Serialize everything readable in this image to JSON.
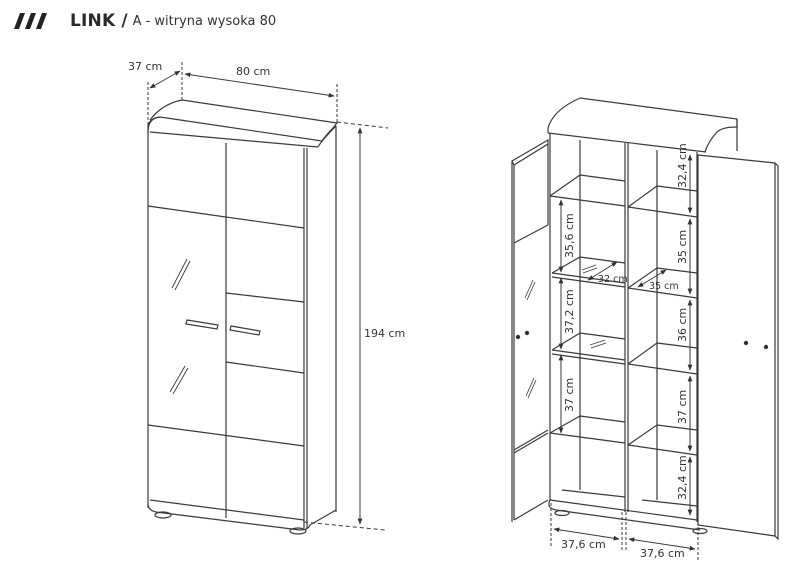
{
  "header": {
    "logo_icon": "triple-slash-logo",
    "brand": "LINK",
    "separator": "/",
    "subtitle": "A - witryna wysoka 80"
  },
  "front_view": {
    "depth_label": "37 cm",
    "width_label": "80 cm",
    "height_label": "194 cm"
  },
  "open_view": {
    "left_column": {
      "shelf_heights": [
        "35,6 cm",
        "37,2 cm",
        "37 cm"
      ],
      "shelf_depth": "32 cm",
      "width": "37,6 cm"
    },
    "right_column": {
      "shelf_heights": [
        "32,4 cm",
        "35 cm",
        "36 cm",
        "37 cm",
        "32,4 cm"
      ],
      "shelf_depth": "35 cm",
      "width": "37,6 cm"
    }
  },
  "colors": {
    "line": "#3a3a3a",
    "text": "#333333",
    "background": "#ffffff"
  }
}
